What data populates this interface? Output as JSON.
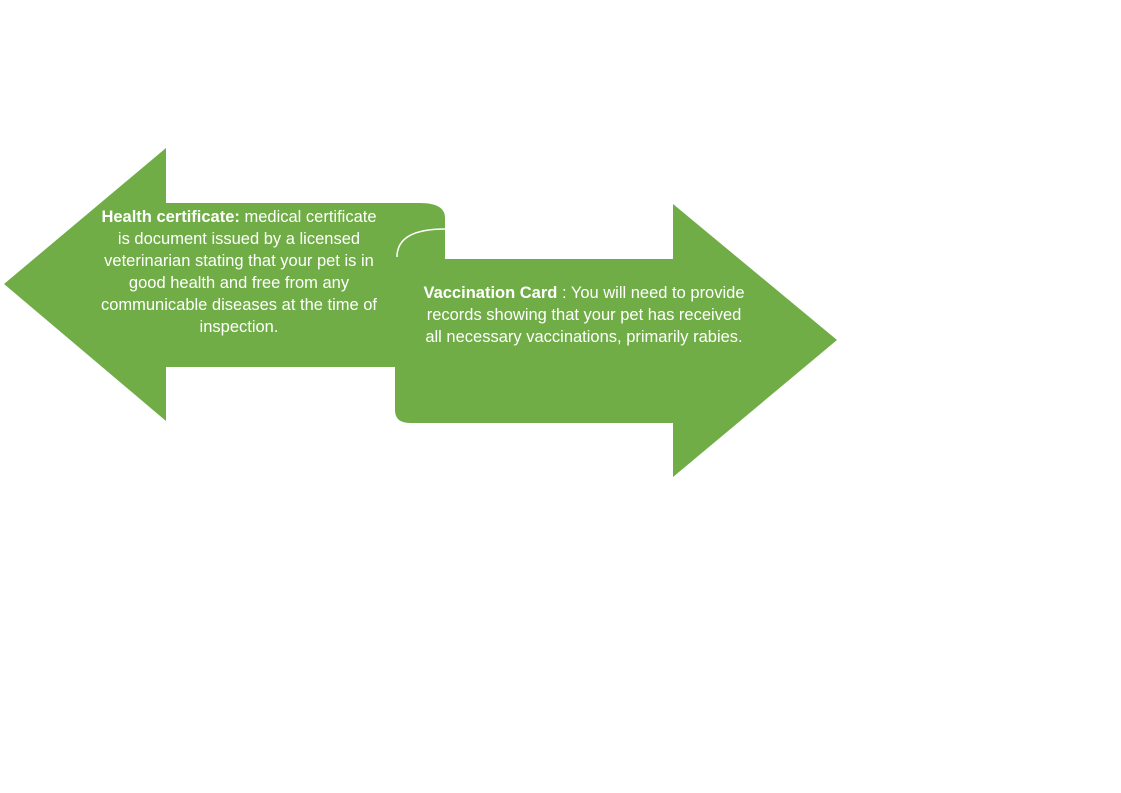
{
  "colors": {
    "arrow_fill": "#70ad47",
    "fold_fill": "#558b36",
    "text": "#ffffff",
    "background": "#ffffff"
  },
  "arrows": [
    {
      "direction": "left",
      "term": "Health certificate:",
      "description": " medical certificate is document issued by a licensed veterinarian stating that your pet is in good health and free from any communicable diseases at the time of inspection."
    },
    {
      "direction": "right",
      "term": "Vaccination Card",
      "description": " : You will need to provide records showing that your pet has received all necessary vaccinations, primarily rabies."
    }
  ]
}
